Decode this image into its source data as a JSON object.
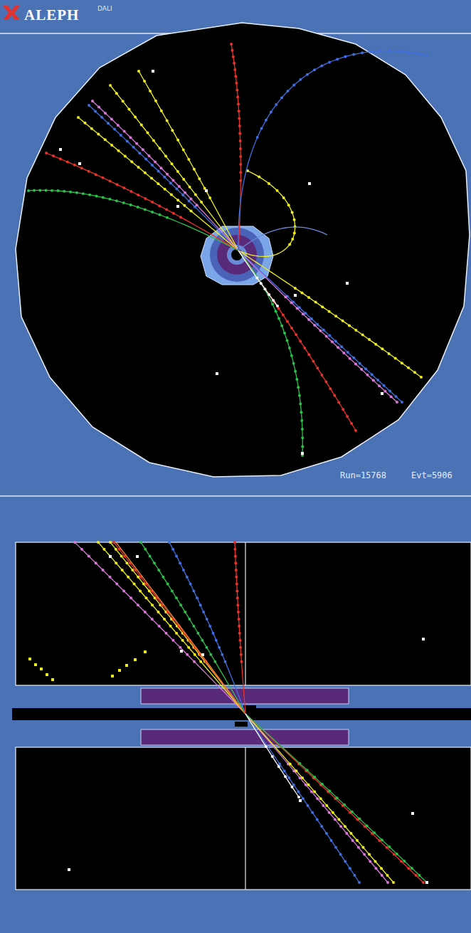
{
  "diagram": {
    "labels": [
      "ALEPH",
      "DALI",
      "Run=15768",
      "Evt=5906"
    ]
  }
}
